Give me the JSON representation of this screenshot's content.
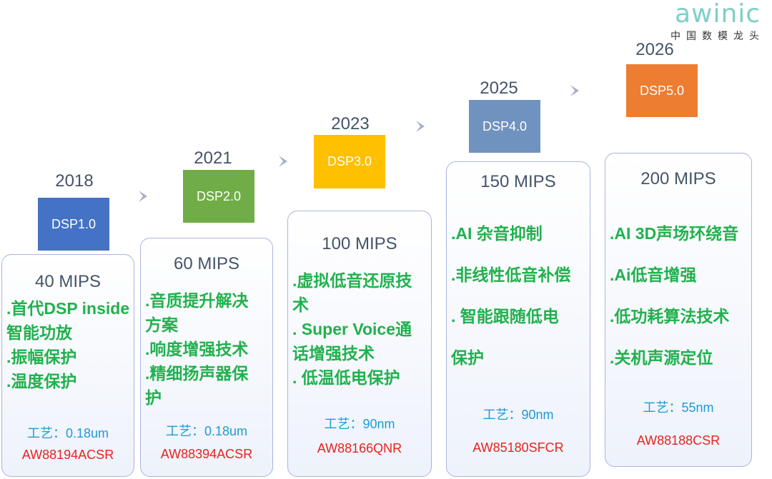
{
  "logo": {
    "word": "awinic",
    "tagline": "中国数模龙头"
  },
  "colors": {
    "dsp1": "#4472c4",
    "dsp2": "#70ad47",
    "dsp3": "#ffc000",
    "dsp4": "#7092be",
    "dsp5": "#ed7d31",
    "feature": "#21b14d",
    "process": "#1e9bd7",
    "part": "#e8231f"
  },
  "generations": [
    {
      "year": "2018",
      "dsp": "DSP1.0",
      "mips": "40 MIPS",
      "features": [
        ".首代DSP inside",
        "智能功放",
        ".振幅保护",
        ".温度保护"
      ],
      "process": "工艺：0.18um",
      "part": "AW88194ACSR"
    },
    {
      "year": "2021",
      "dsp": "DSP2.0",
      "mips": "60 MIPS",
      "features": [
        ".音质提升解决",
        "方案",
        ".响度增强技术",
        ".精细扬声器保",
        "护"
      ],
      "process": "工艺：0.18um",
      "part": "AW88394ACSR"
    },
    {
      "year": "2023",
      "dsp": "DSP3.0",
      "mips": "100 MIPS",
      "features": [
        ".虚拟低音还原技",
        "术",
        ". Super Voice通",
        "话增强技术",
        ". 低温低电保护"
      ],
      "process": "工艺：90nm",
      "part": "AW88166QNR"
    },
    {
      "year": "2025",
      "dsp": "DSP4.0",
      "mips": "150 MIPS",
      "features": [
        ".AI 杂音抑制",
        ".非线性低音补偿",
        ". 智能跟随低电",
        "保护"
      ],
      "process": "工艺：90nm",
      "part": "AW85180SFCR"
    },
    {
      "year": "2026",
      "dsp": "DSP5.0",
      "mips": "200 MIPS",
      "features": [
        ".AI 3D声场环绕音",
        ".Ai低音增强",
        ".低功耗算法技术",
        ".关机声源定位"
      ],
      "process": "工艺：55nm",
      "part": "AW88188CSR"
    }
  ]
}
